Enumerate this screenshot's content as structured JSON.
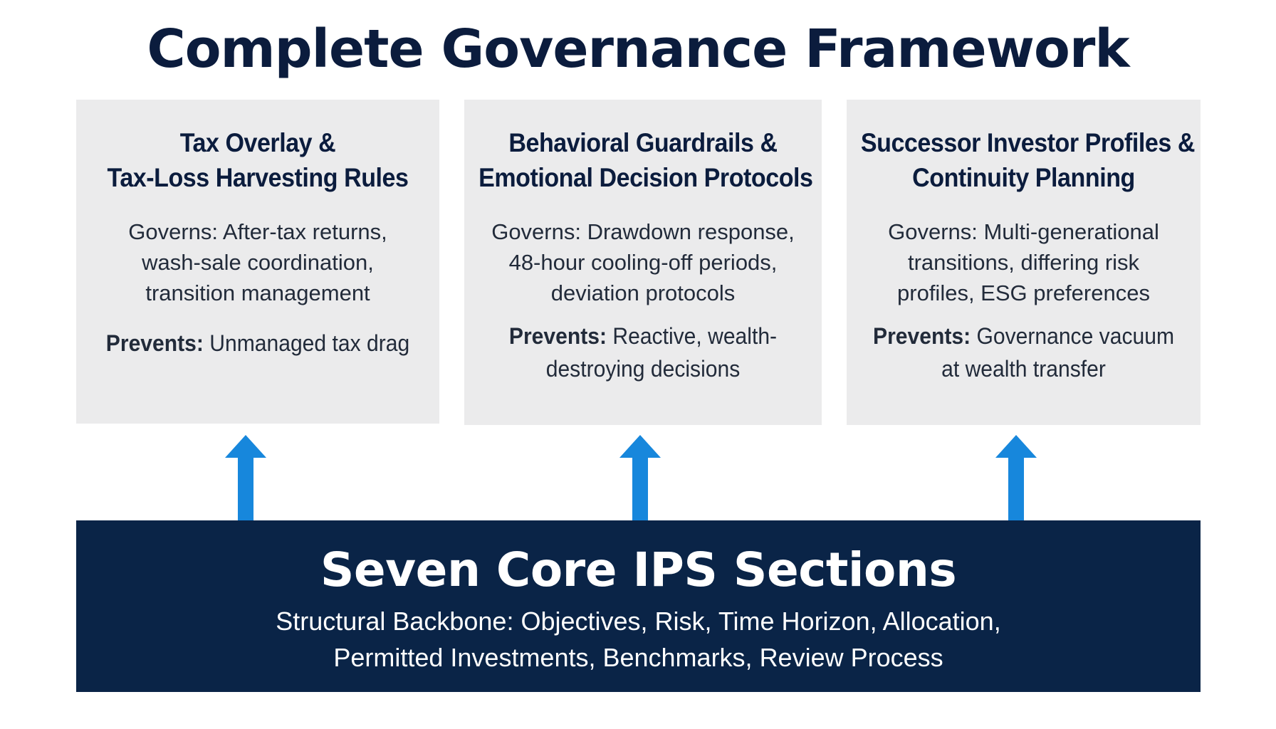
{
  "title": "Complete Governance Framework",
  "cards": [
    {
      "heading": [
        "Tax Overlay &",
        "Tax-Loss Harvesting Rules"
      ],
      "governs": [
        "Governs: After-tax returns,",
        "wash-sale coordination,",
        "transition management"
      ],
      "prevents_label": "Prevents:",
      "prevents": [
        "Unmanaged tax drag"
      ]
    },
    {
      "heading": [
        "Behavioral Guardrails &",
        "Emotional Decision Protocols"
      ],
      "governs": [
        "Governs: Drawdown response,",
        "48-hour cooling-off periods,",
        "deviation protocols"
      ],
      "prevents_label": "Prevents:",
      "prevents": [
        "Reactive, wealth-",
        "destroying decisions"
      ]
    },
    {
      "heading": [
        "Successor Investor Profiles &",
        "Continuity Planning"
      ],
      "governs": [
        "Governs: Multi-generational",
        "transitions, differing risk",
        "profiles, ESG preferences"
      ],
      "prevents_label": "Prevents:",
      "prevents": [
        "Governance vacuum",
        "at wealth transfer"
      ]
    }
  ],
  "base": {
    "title": "Seven Core IPS Sections",
    "description": [
      "Structural Backbone: Objectives, Risk, Time Horizon, Allocation,",
      "Permitted Investments, Benchmarks, Review Process"
    ]
  },
  "colors": {
    "navy": "#0a2447",
    "card_bg": "#ebebec",
    "arrow_blue": "#1787dc",
    "title_text": "#0b1c3d"
  },
  "icons": {
    "arrow": "up-arrow-icon"
  }
}
